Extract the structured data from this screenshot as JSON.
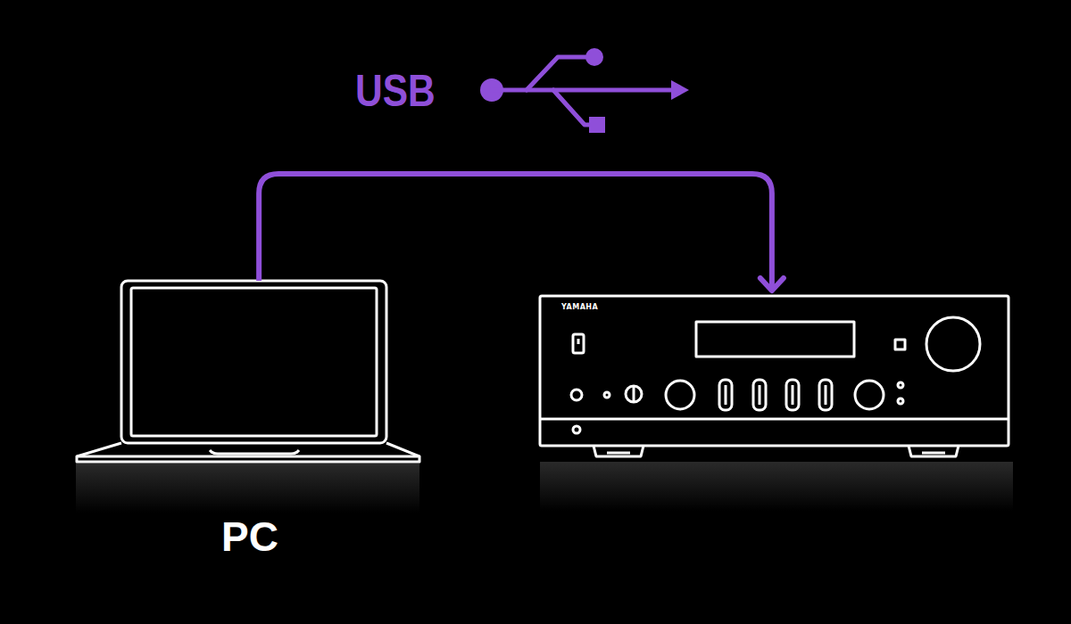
{
  "diagram": {
    "nodes": [
      {
        "text": [
          "PC"
        ]
      },
      {
        "text": [
          "YAMAHA"
        ]
      }
    ],
    "edges": [
      {
        "from": 0,
        "to": 1,
        "arrow": "to",
        "label": "USB"
      }
    ]
  }
}
